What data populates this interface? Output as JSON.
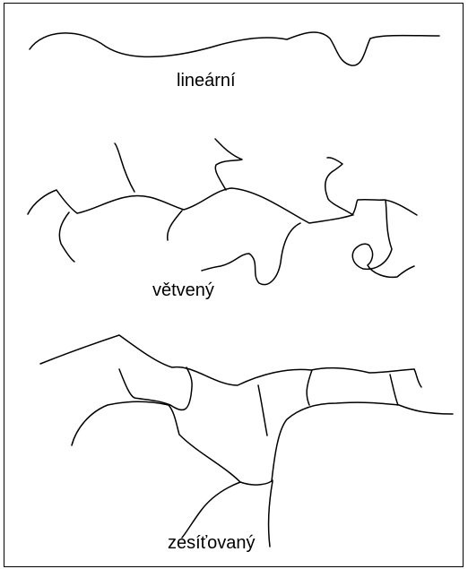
{
  "labels": {
    "linear": "lineární",
    "branched": "větvený",
    "crosslinked": "zesíťovaný"
  },
  "colors": {
    "stroke": "#000000",
    "background": "#ffffff"
  }
}
